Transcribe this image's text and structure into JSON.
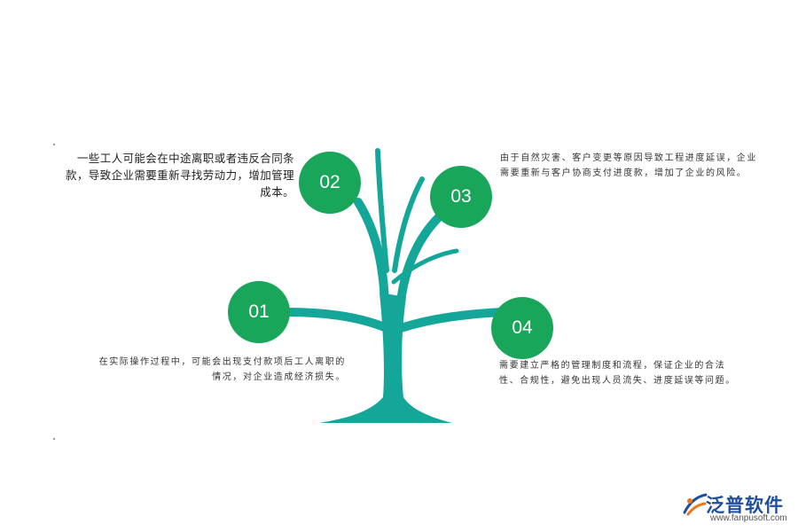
{
  "nodes": [
    {
      "label": "01",
      "text": "在实际操作过程中，可能会出现支付款项后工人离职的情况，对企业造成经济损失。"
    },
    {
      "label": "02",
      "text": "一些工人可能会在中途离职或者违反合同条款，导致企业需要重新寻找劳动力，增加管理成本。"
    },
    {
      "label": "03",
      "text": "由于自然灾害、客户变更等原因导致工程进度延误，企业需要重新与客户协商支付进度款，增加了企业的风险。"
    },
    {
      "label": "04",
      "text": "需要建立严格的管理制度和流程，保证企业的合法性、合规性，避免出现人员流失、进度延误等问题。"
    }
  ],
  "logo": {
    "name": "泛普软件",
    "url": "www.fanpusoft.com"
  },
  "colors": {
    "tree": "#14a799",
    "node": "#1aa65a",
    "brand": "#1f4e9c"
  },
  "icons": {
    "logo_mark": "fanpu-logo-icon"
  }
}
